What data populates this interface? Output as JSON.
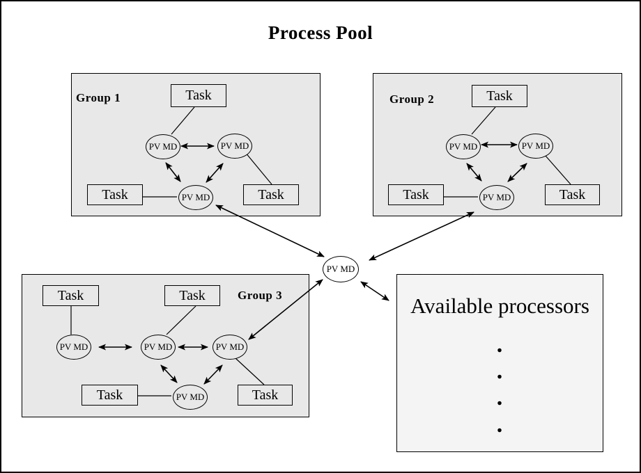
{
  "title": "Process Pool",
  "labels": {
    "task": "Task",
    "pvmd": "PV MD"
  },
  "groups": [
    {
      "label": "Group 1"
    },
    {
      "label": "Group 2"
    },
    {
      "label": "Group 3"
    }
  ],
  "pool": {
    "available_label": "Available processors",
    "dots": [
      ".",
      ".",
      ".",
      "."
    ]
  },
  "colors": {
    "panel_fill": "#e8e8e8",
    "stroke": "#000000",
    "background": "#ffffff"
  }
}
